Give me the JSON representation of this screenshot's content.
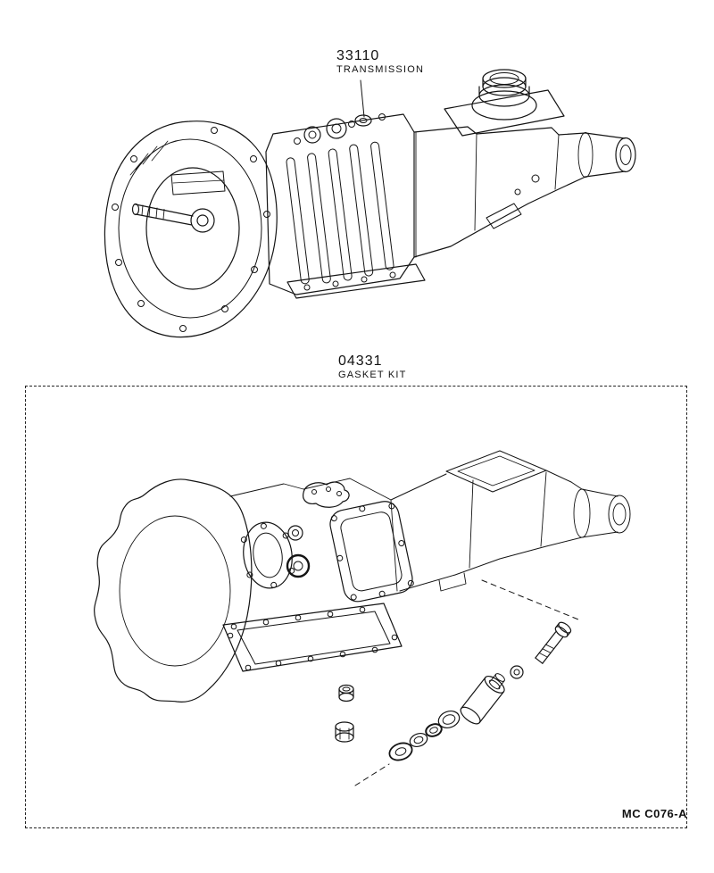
{
  "callouts": {
    "transmission": {
      "part_number": "33110",
      "label": "TRANSMISSION"
    },
    "gasket_kit": {
      "part_number": "04331",
      "label": "GASKET KIT"
    }
  },
  "figure_code": "MC C076-A",
  "ink_color": "#141414",
  "illustrations": {
    "transmission_assembly": "transmission-assembly-line-drawing",
    "gasket_kit_contents": "gasket-kit-exploded-line-drawing"
  }
}
